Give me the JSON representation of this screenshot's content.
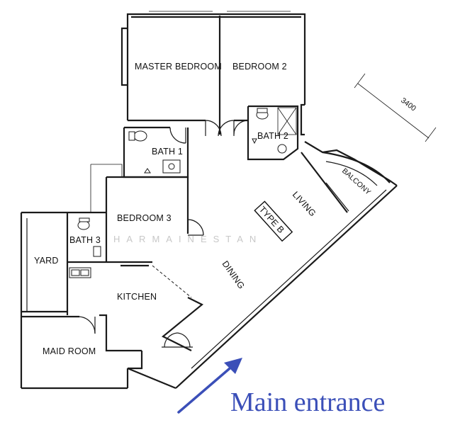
{
  "rooms": {
    "master_bedroom": "MASTER BEDROOM",
    "bedroom_2": "BEDROOM 2",
    "bath_2": "BATH 2",
    "bath_1": "BATH 1",
    "balcony": "BALCONY",
    "living": "LIVING",
    "type_b": "TYPE B",
    "bedroom_3": "BEDROOM 3",
    "bath_3": "BATH 3",
    "yard": "YARD",
    "dining": "DINING",
    "kitchen": "KITCHEN",
    "maid_room": "MAID ROOM"
  },
  "dimension": "3400",
  "watermark": "HARMAINESTAN",
  "annotation": {
    "text": "Main entrance",
    "color": "#3b4fb8"
  }
}
